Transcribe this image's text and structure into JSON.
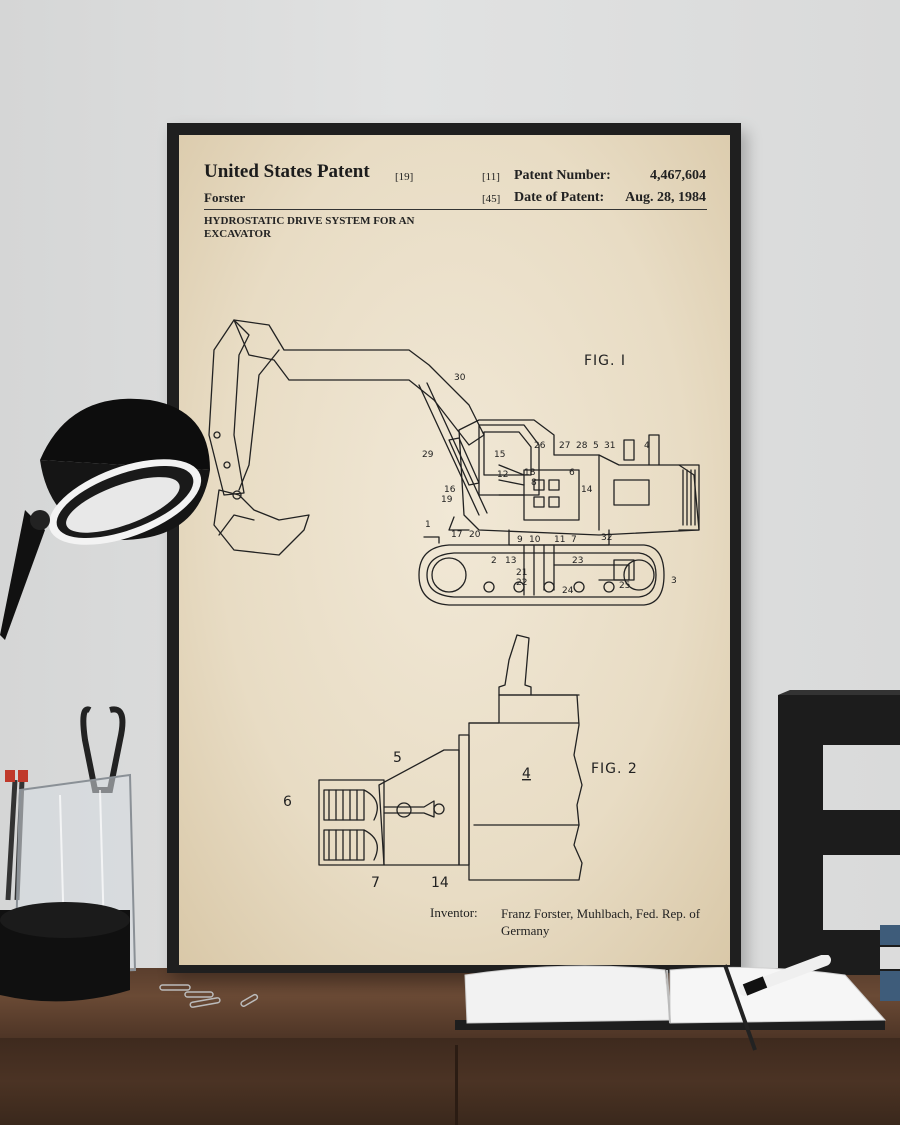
{
  "poster": {
    "title": "United States Patent",
    "title_code": "[19]",
    "number_code": "[11]",
    "number_label": "Patent Number:",
    "number_value": "4,467,604",
    "date_code": "[45]",
    "date_label": "Date of Patent:",
    "date_value": "Aug. 28, 1984",
    "assignee": "Forster",
    "subtitle": "HYDROSTATIC DRIVE SYSTEM FOR AN EXCAVATOR",
    "fig1_label": "FIG. I",
    "fig2_label": "FIG. 2",
    "inventor_label": "Inventor:",
    "inventor_name": "Franz Forster, Muhlbach, Fed. Rep. of Germany"
  },
  "fig1_callouts": [
    "30",
    "29",
    "15",
    "12",
    "18",
    "26",
    "27",
    "28",
    "5",
    "31",
    "4",
    "16",
    "19",
    "8",
    "14",
    "6",
    "1",
    "17",
    "20",
    "9",
    "10",
    "11",
    "7",
    "32",
    "2",
    "13",
    "21",
    "22",
    "23",
    "24",
    "25",
    "3"
  ],
  "fig2_callouts": [
    "5",
    "6",
    "4",
    "7",
    "14"
  ],
  "colors": {
    "wall": "#dcdddd",
    "frame": "#1f1f1f",
    "paper": "#eee4cf",
    "ink": "#222222",
    "desk": "#5a3e2d"
  },
  "objects": {
    "lamp_icon": "desk-lamp-icon",
    "pen_cup_icon": "pen-cup-icon",
    "notebook_icon": "notebook-icon",
    "letter_icon": "letter-e-icon"
  }
}
